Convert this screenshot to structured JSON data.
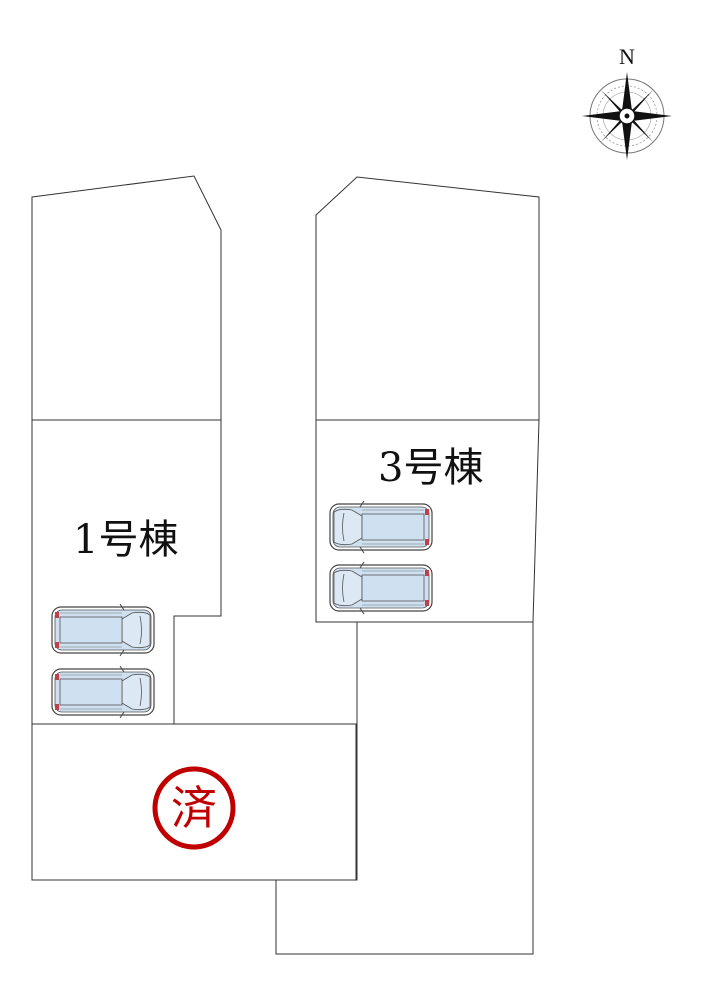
{
  "compass": {
    "north_label": "N"
  },
  "lots": {
    "lot1_label": "1号棟",
    "lot3_label": "3号棟"
  },
  "stamp": {
    "text": "済",
    "color": "#c00000"
  },
  "colors": {
    "car_body": "#cfe0f0",
    "car_light": "#c0404a",
    "outline": "#333333"
  }
}
